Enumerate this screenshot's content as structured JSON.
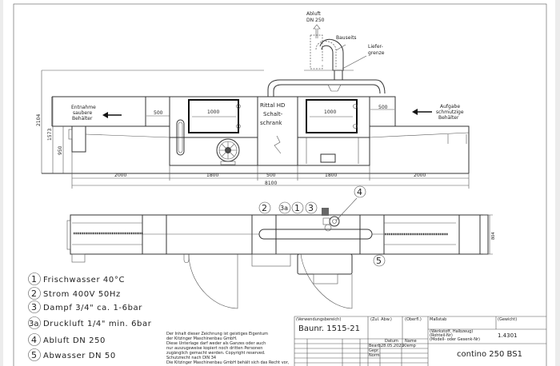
{
  "elevation": {
    "exhaust_label": [
      "Abluft",
      "DN 250"
    ],
    "on_site_label": "Bauseits",
    "delivery_limit_label": [
      "Liefer-",
      "grenze"
    ],
    "unload_label": [
      "Entnahme",
      "saubere",
      "Behälter"
    ],
    "load_label": [
      "Aufgabe",
      "schmutzige",
      "Behälter"
    ],
    "cabinet_label": [
      "Rittal HD",
      "Schalt-",
      "schrank"
    ],
    "dims": {
      "total_height": "2104",
      "frame_height": "1573",
      "conveyor_height": "950",
      "left_gap": "500",
      "right_gap": "500",
      "door_left": "1000",
      "door_right": "1000",
      "seg1": "2000",
      "seg2": "1800",
      "seg3": "500",
      "seg4": "1800",
      "seg5": "2000",
      "total_length": "8100"
    }
  },
  "plan": {
    "markers": [
      "2",
      "3a",
      "1",
      "3",
      "4",
      "5"
    ],
    "width_dim": "804"
  },
  "legend": [
    {
      "num": "1",
      "text": "Frischwasser 40°C"
    },
    {
      "num": "2",
      "text": "Strom 400V 50Hz"
    },
    {
      "num": "3",
      "text": "Dampf 3/4\" ca. 1-6bar"
    },
    {
      "num": "3a",
      "text": "Druckluft 1/4\" min. 6bar"
    },
    {
      "num": "4",
      "text": "Abluft DN 250"
    },
    {
      "num": "5",
      "text": "Abwasser DN 50"
    }
  ],
  "copyright": [
    "Der Inhalt dieser Zeichnung ist geistiges Eigentum",
    "der Kitzinger Maschinenbau GmbH.",
    "Diese Unterlage darf weder als Ganzes oder auch",
    "nur auszugsweise kopiert noch dritten Personen",
    "zugänglich gemacht werden. Copyright reserved.",
    "Schutzrecht nach DIN 34",
    "Die Kitzinger Maschinenbau GmbH behält sich das Recht vor,"
  ],
  "title_block": {
    "usage_label": "(Verwendungsbereich)",
    "usage_value": "Baunr. 1515-21",
    "tolerance_label": "(Zul. Abw.)",
    "surface_label": "(Oberfl.)",
    "scale_label": "Maßstab",
    "weight_label": "(Gewicht)",
    "material_label": [
      "(Werkstoff, Halbzeug)",
      "(Rohteil-Nr)",
      "(Modell- oder Gesenk-Nr)"
    ],
    "material_value": "1.4301",
    "date_header": "Datum",
    "name_header": "Name",
    "row_labels": [
      "Bearb.",
      "Gepr.",
      "Norm"
    ],
    "drawn_date": "28.05.2021",
    "drawn_name": "Klemp",
    "drawing_title": "contino 250 BS1"
  }
}
